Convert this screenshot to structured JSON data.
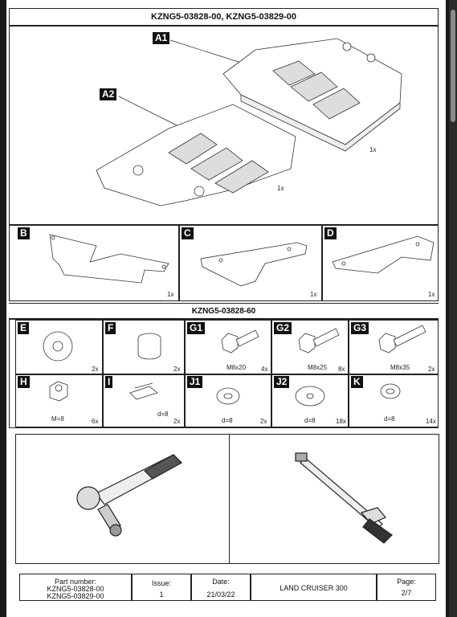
{
  "header": {
    "title": "KZNG5-03828-00,  KZNG5-03829-00"
  },
  "top_section": {
    "a1_tag": "A1",
    "a2_tag": "A2",
    "a1_qty": "1x",
    "a2_qty": "1x"
  },
  "brackets": [
    {
      "tag": "B",
      "qty": "1x"
    },
    {
      "tag": "C",
      "qty": "1x"
    },
    {
      "tag": "D",
      "qty": "1x"
    }
  ],
  "hardware_title": "KZNG5-03828-60",
  "hardware_row1": [
    {
      "tag": "E",
      "dim": "",
      "qty": "2x"
    },
    {
      "tag": "F",
      "dim": "",
      "qty": "2x"
    },
    {
      "tag": "G1",
      "dim": "M8x20",
      "qty": "4x"
    },
    {
      "tag": "G2",
      "dim": "M8x25",
      "qty": "8x"
    },
    {
      "tag": "G3",
      "dim": "M8x35",
      "qty": "2x"
    }
  ],
  "hardware_row2": [
    {
      "tag": "H",
      "dim": "M=8",
      "qty": "6x"
    },
    {
      "tag": "I",
      "dim": "d=8",
      "qty": "2x"
    },
    {
      "tag": "J1",
      "dim": "d=8",
      "qty": "2x"
    },
    {
      "tag": "J2",
      "dim": "d=8",
      "qty": "18x"
    },
    {
      "tag": "K",
      "dim": "d=8",
      "qty": "14x"
    }
  ],
  "footer": {
    "part_number_label": "Part number:",
    "part_number_1": "KZNG5-03828-00",
    "part_number_2": "KZNG5-03829-00",
    "issue_label": "Issue:",
    "issue_value": "1",
    "date_label": "Date:",
    "date_value": "21/03/22",
    "vehicle": "LAND CRUISER 300",
    "page_label": "Page:",
    "page_value": "2/7"
  }
}
